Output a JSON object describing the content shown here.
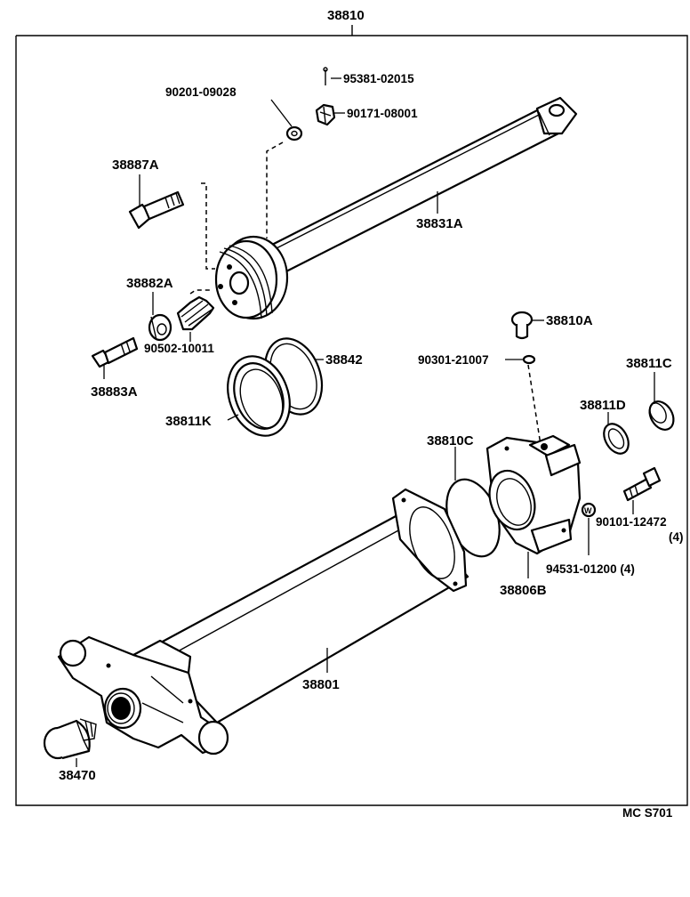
{
  "diagram": {
    "assembly_number": "38810",
    "catalog_code": "MC S701",
    "labels": {
      "p38810": "38810",
      "p95381": "95381-02015",
      "p90201": "90201-09028",
      "p90171": "90171-08001",
      "p38887A": "38887A",
      "p38831A": "38831A",
      "p38882A": "38882A",
      "p90502": "90502-10011",
      "p38883A": "38883A",
      "p38842": "38842",
      "p38811K": "38811K",
      "p38810A": "38810A",
      "p90301": "90301-21007",
      "p38811C": "38811C",
      "p38811D": "38811D",
      "p38810C": "38810C",
      "p90101": "90101-12472",
      "p90101qty": "(4)",
      "p94531": "94531-01200 (4)",
      "p38806B": "38806B",
      "p38801": "38801",
      "p38470": "38470"
    }
  }
}
